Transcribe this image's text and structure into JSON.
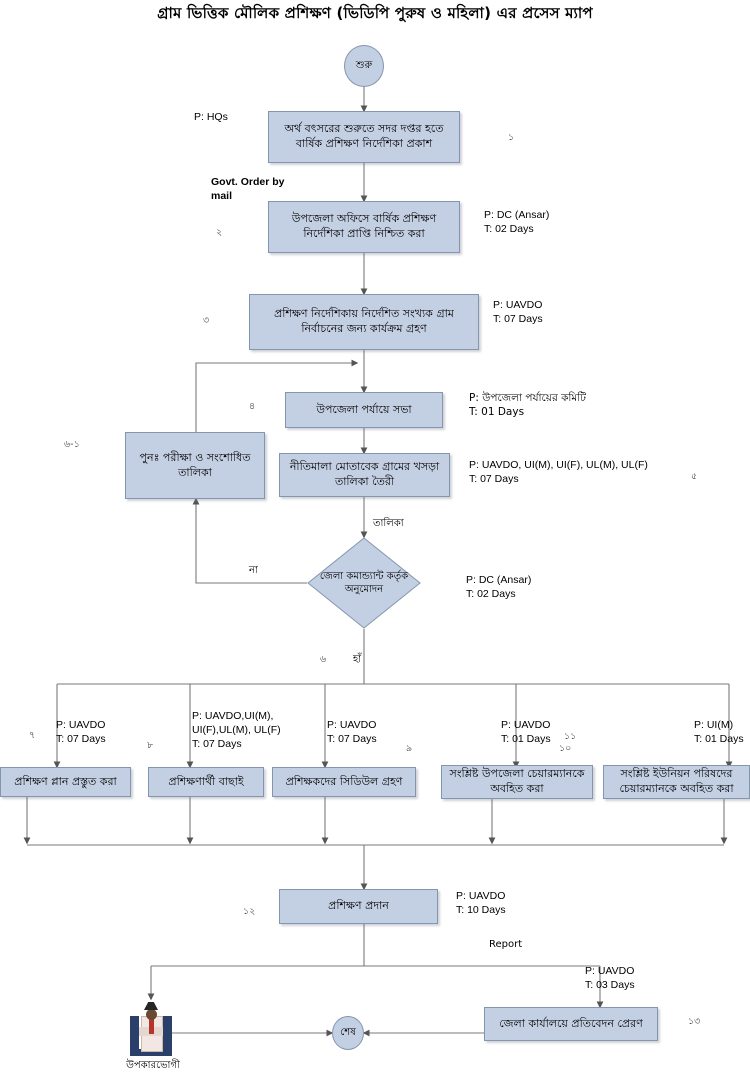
{
  "title": "গ্রাম ভিত্তিক মৌলিক প্রশিক্ষণ (ভিডিপি পুরুষ ও মহিলা) এর প্রসেস ম্যাপ",
  "nodes": {
    "start": "শুরু",
    "n1": "অর্থ বৎসরের শুরুতে সদর দপ্তর হতে বার্ষিক প্রশিক্ষণ নির্দেশিকা প্রকাশ",
    "n2": "উপজেলা অফিসে বার্ষিক প্রশিক্ষণ নির্দেশিকা প্রাপ্তি নিশ্চিত করা",
    "n3": "প্রশিক্ষণ নির্দেশিকায় নির্দেশিত সংখ্যক গ্রাম নির্বাচনের জন্য কার্যক্রম গ্রহণ",
    "n4": "উপজেলা পর্যায়ে  সভা",
    "n5": "নীতিমালা মোতাবেক গ্রামের খসড়া তালিকা তৈরী",
    "n61": "পুনঃ পরীক্ষা ও সংশোধিত তালিকা",
    "decision": "জেলা কমান্ড্যান্ট কর্তৃক অনুমোদন",
    "n7": "প্রশিক্ষণ প্লান প্রস্তুত করা",
    "n8": "প্রশিক্ষণার্থী বাছাই",
    "n9": "প্রশিক্ষকদের সিডিউল গ্রহণ",
    "n10": "সংশ্লিষ্ট উপজেলা চেয়ারম্যানকে অবহিত করা",
    "n11": "সংশ্লিষ্ট ইউনিয়ন পরিষদের চেয়ারম্যানকে অবহিত করা",
    "n12": "প্রশিক্ষণ প্রদান",
    "n13": "জেলা কার্যালয়ে প্রতিবেদন প্রেরণ",
    "end": "শেষ"
  },
  "annotations": {
    "a_hq": "P: HQs",
    "a_govt": "Govt. Order by\nmail",
    "a_dc1": "P: DC (Ansar)\nT: 02 Days",
    "a_uavdo3": "P: UAVDO\nT: 07 Days",
    "a_committee": "P: উপজেলা পর্যায়ের কমিটি\nT: 01 Days",
    "a_n5": "P: UAVDO, UI(M), UI(F), UL(M), UL(F)\nT: 07 Days",
    "a_dc2": "P: DC (Ansar)\nT: 02 Days",
    "a_n7": "P: UAVDO\nT: 07 Days",
    "a_n8": "P:    UAVDO,UI(M),\nUI(F),UL(M), UL(F)\nT: 07 Days",
    "a_n9": "P: UAVDO\nT: 07 Days",
    "a_n10": "P: UAVDO\nT: 01 Days",
    "a_n11": "P: UI(M)\nT: 01 Days",
    "a_n12": "P: UAVDO\nT: 10 Days",
    "a_n13": "P: UAVDO\nT: 03 Days"
  },
  "edge_labels": {
    "talika": "তালিকা",
    "na": "না",
    "ha": "হাঁ",
    "report": "Report"
  },
  "step_numbers": {
    "s1": "১",
    "s2": "২",
    "s3": "৩",
    "s4": "৪",
    "s5": "৫",
    "s61": "৬-১",
    "s6": "৬",
    "s7": "৭",
    "s8": "৮",
    "s9": "৯",
    "s10": "১০",
    "s11": "১১",
    "s12": "১২",
    "s13": "১৩"
  },
  "figure": {
    "beneficiary_label": "উপকারভোগী"
  },
  "colors": {
    "node_fill": "#c3cfe2",
    "node_border": "#8496ad",
    "wire": "#7a7a7a",
    "text": "#000000"
  }
}
